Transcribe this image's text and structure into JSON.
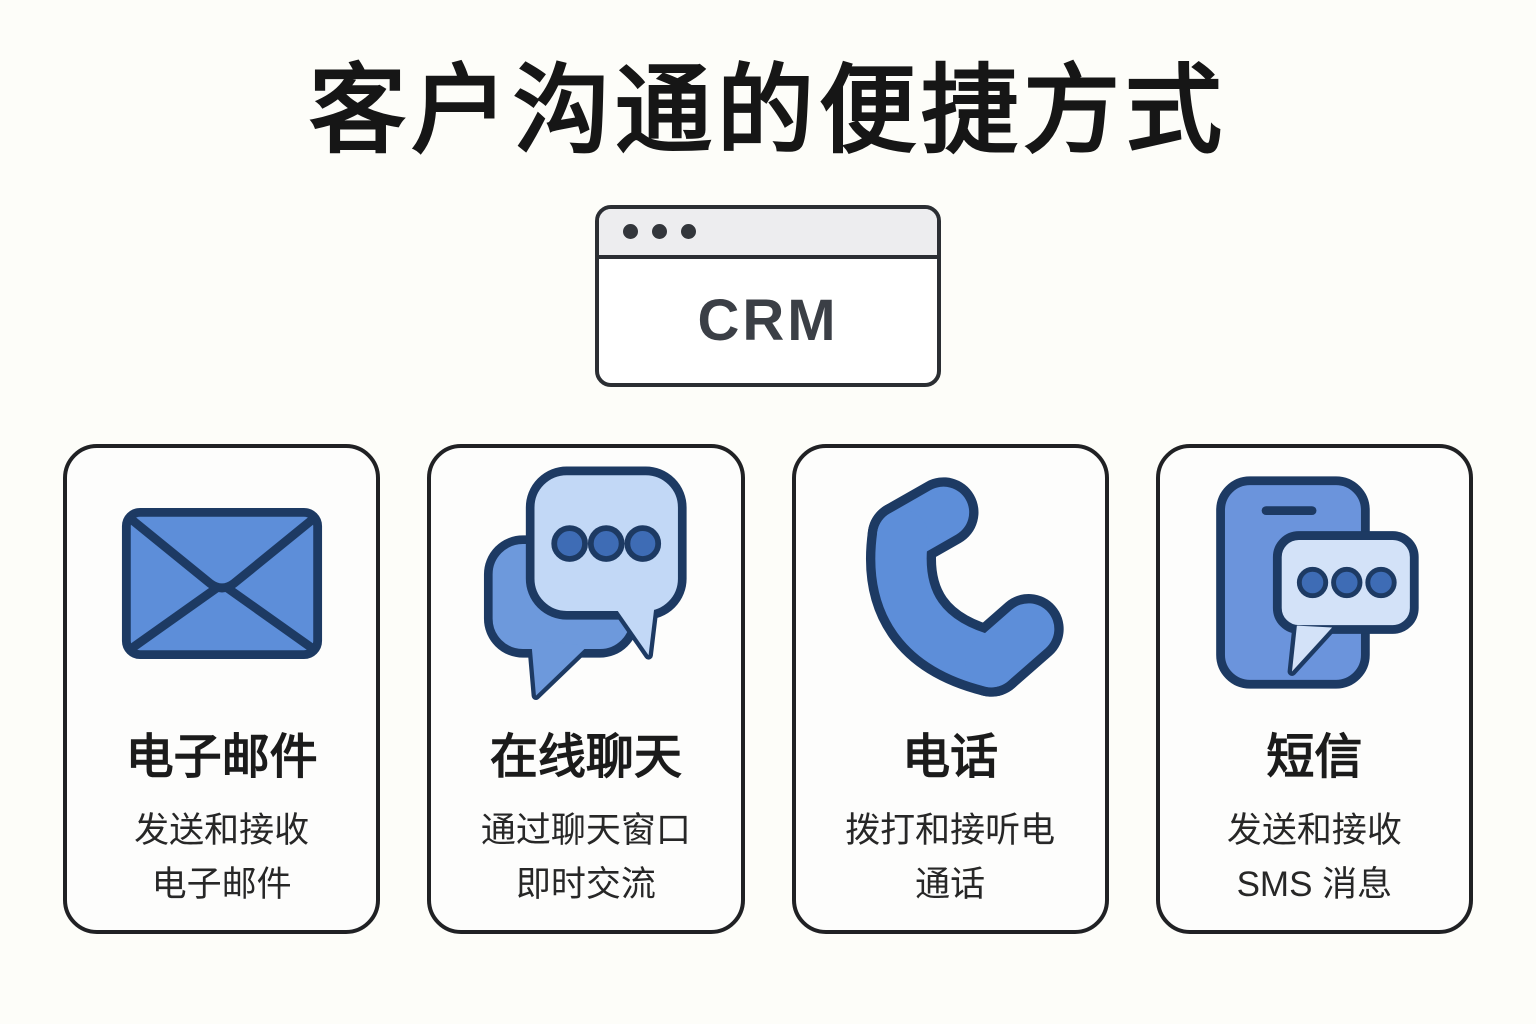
{
  "page": {
    "title": "客户沟通的便捷方式"
  },
  "crm_window": {
    "label": "CRM",
    "dots_count": 3
  },
  "cards": [
    {
      "title": "电子邮件",
      "desc_line1": "发送和接收",
      "desc_line2": "电子邮件",
      "icon": "envelope-icon"
    },
    {
      "title": "在线聊天",
      "desc_line1": "通过聊天窗口",
      "desc_line2": "即时交流",
      "icon": "chat-bubbles-icon"
    },
    {
      "title": "电话",
      "desc_line1": "拨打和接听电",
      "desc_line2": "通话",
      "icon": "phone-handset-icon"
    },
    {
      "title": "短信",
      "desc_line1": "发送和接收",
      "desc_line2": "SMS 消息",
      "icon": "phone-message-icon"
    }
  ],
  "colors": {
    "background": "#fdfdf9",
    "card_border": "#202124",
    "icon_blue": "#5d8ed9",
    "icon_medium_blue": "#6d99dc",
    "icon_light_blue": "#c2d8f6",
    "icon_outline_navy": "#1d3a63",
    "icon_dot_blue": "#3e6cb5",
    "window_bar_gray": "#ededef",
    "window_border": "#2b2e33",
    "title_text": "#161616"
  }
}
